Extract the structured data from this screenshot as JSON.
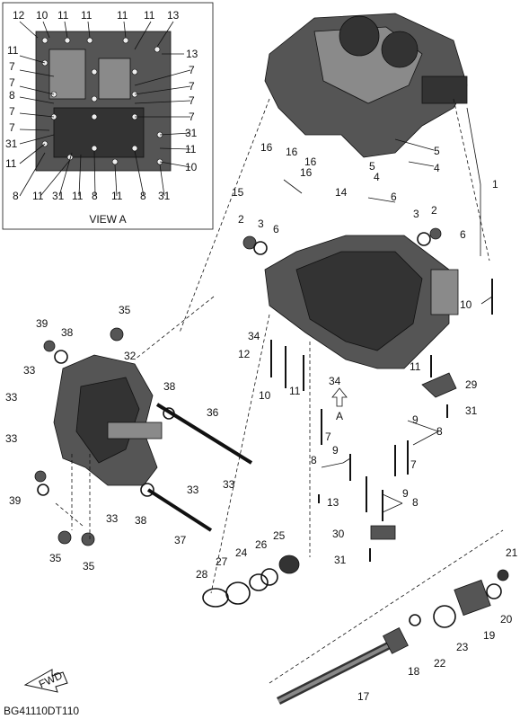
{
  "view_a_title": "VIEW A",
  "arrow_label": "A",
  "fwd_label": "FWD",
  "code": "BG41110DT110",
  "callouts_main": [
    "1",
    "2",
    "2",
    "3",
    "3",
    "4",
    "4",
    "5",
    "5",
    "6",
    "6",
    "6",
    "7",
    "7",
    "8",
    "8",
    "8",
    "9",
    "9",
    "9",
    "10",
    "10",
    "11",
    "11",
    "12",
    "13",
    "14",
    "15",
    "16",
    "16",
    "16",
    "16",
    "17",
    "18",
    "19",
    "20",
    "21",
    "22",
    "23",
    "24",
    "25",
    "26",
    "27",
    "28",
    "29",
    "30",
    "31",
    "31",
    "32",
    "33",
    "33",
    "33",
    "33",
    "33",
    "33",
    "34",
    "34",
    "35",
    "35",
    "35",
    "36",
    "37",
    "38",
    "38",
    "38",
    "39",
    "39"
  ],
  "callouts_view_a": [
    "12",
    "10",
    "11",
    "11",
    "11",
    "11",
    "13",
    "11",
    "13",
    "7",
    "7",
    "7",
    "7",
    "8",
    "7",
    "7",
    "7",
    "7",
    "8",
    "31",
    "31",
    "11",
    "11",
    "8",
    "11",
    "31",
    "11",
    "8",
    "11",
    "8",
    "31",
    "10"
  ]
}
